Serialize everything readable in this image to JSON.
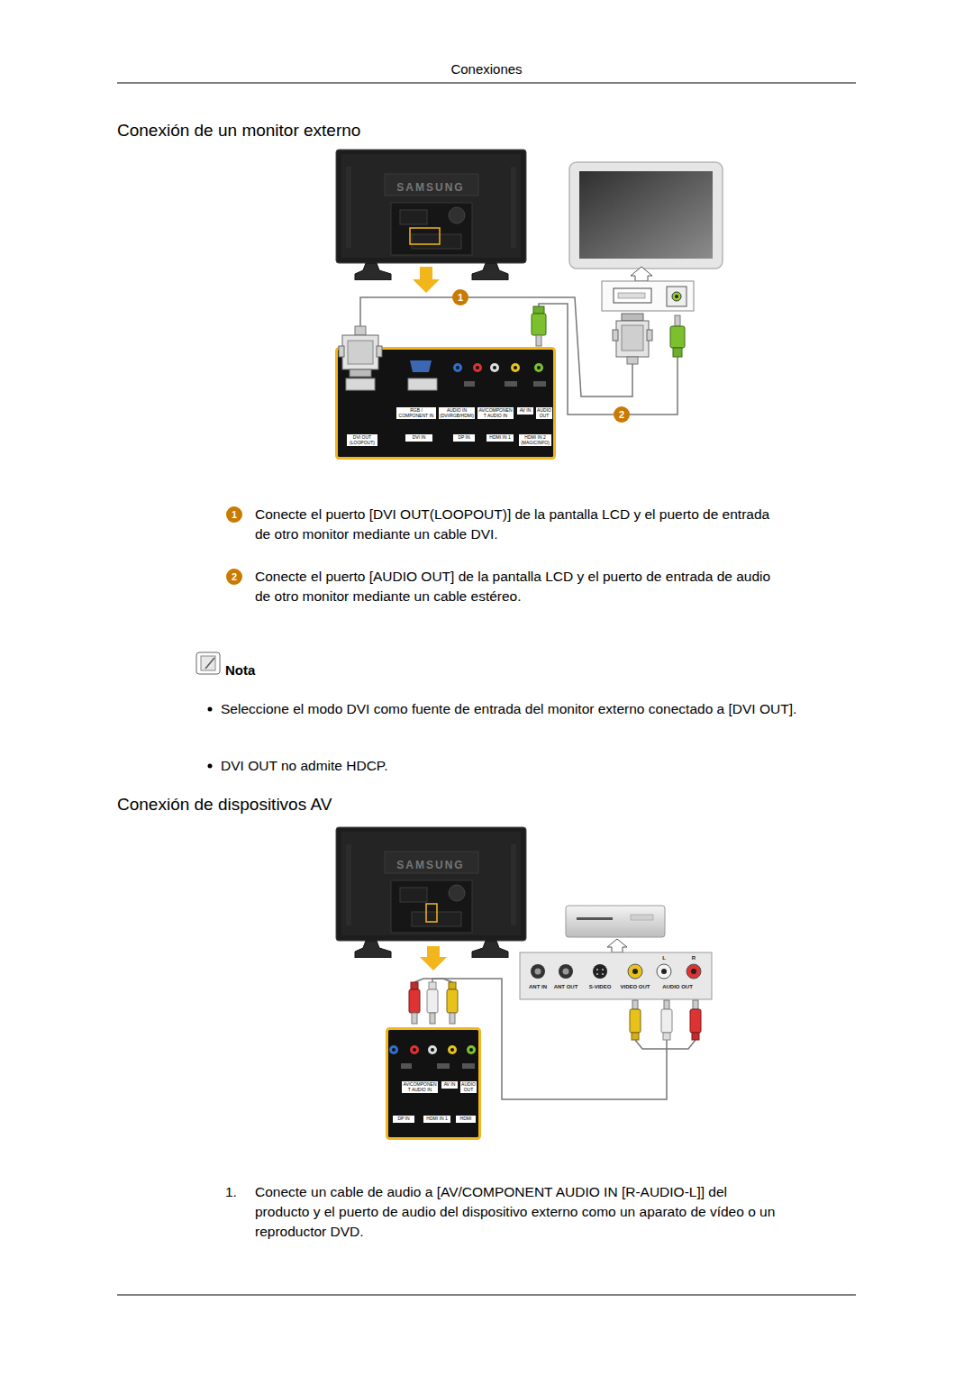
{
  "diagram": {
    "nodes": [
      {
        "text": [
          "1"
        ]
      },
      {
        "text": [
          "2"
        ]
      },
      {
        "text": [
          "1"
        ]
      },
      {
        "text": [
          "2"
        ]
      }
    ],
    "labels": [
      "Conexiones",
      "Conexión de un monitor externo",
      "SAMSUNG",
      "RGB / COMPONENT IN",
      "AUDIO IN (DVI/RGB/HDMI)",
      "AV/COMPONENT AUDIO IN",
      "AV IN",
      "AUDIO OUT",
      "DVI OUT (LOOPOUT)",
      "DVI IN",
      "DP IN",
      "HDMI IN 1",
      "HDMI IN 2 (MAGICINFO)",
      "Conecte el puerto [DVI OUT(LOOPOUT)] de la pantalla LCD y el puerto de entrada de otro monitor mediante un cable DVI.",
      "Conecte el puerto [AUDIO OUT] de la pantalla LCD y el puerto de entrada de audio de otro monitor mediante un cable estéreo.",
      "Nota",
      "Seleccione el modo DVI como fuente de entrada del monitor externo conectado a [DVI OUT].",
      "DVI OUT no admite HDCP.",
      "Conexión de dispositivos AV",
      "SAMSUNG",
      "L",
      "R",
      "ANT IN",
      "ANT OUT",
      "S-VIDEO",
      "VIDEO OUT",
      "AUDIO OUT",
      "AV/COMPONENT AUDIO IN",
      "AV IN",
      "AUDIO OUT",
      "DP IN",
      "HDMI IN 1",
      "HDMI",
      "1.",
      "Conecte un cable de audio a [AV/COMPONENT AUDIO IN [R-AUDIO-L]] del producto y el puerto de audio del dispositivo externo como un aparato de vídeo o un reproductor DVD."
    ]
  }
}
